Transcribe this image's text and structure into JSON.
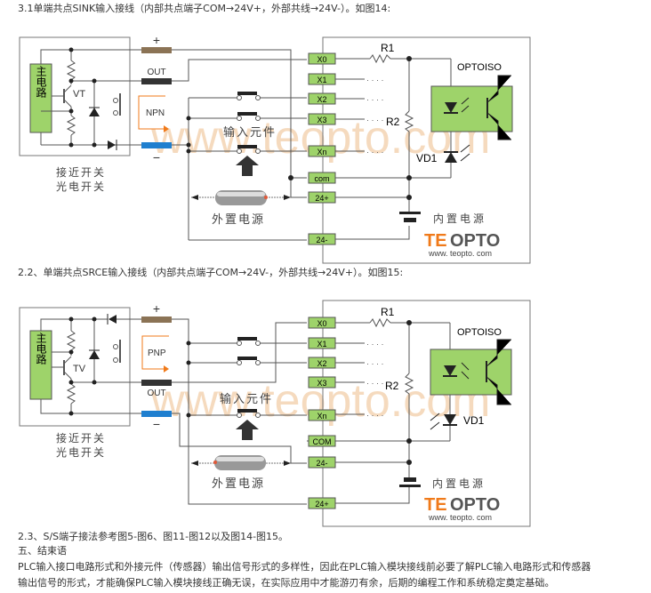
{
  "section_31": {
    "heading": "3.1单端共点SINK输入接线（内部共点端子COM→24V+，外部共线→24V-）。如图14:",
    "figure": {
      "sensor_type_label": "NPN",
      "main_circuit": "主电路",
      "transistor": "VT",
      "wire_plus": "+",
      "wire_out": "OUT",
      "wire_minus": "−",
      "sensor_caption_line1": "接近开关",
      "sensor_caption_line2": "光电开关",
      "input_component": "输入元件",
      "external_power": "外置电源",
      "internal_power": "内置电源",
      "terminals": [
        "X0",
        "X1",
        "X2",
        "X3",
        "Xn",
        "com",
        "24+",
        "24-"
      ],
      "r1": "R1",
      "r2": "R2",
      "opto": "OPTOISO",
      "vd1": "VD1",
      "dots": "· · · ·",
      "logo": "TEOPTO",
      "logo_te": "TE",
      "logo_opto": "OPTO",
      "logo_url": "www. teopto. com",
      "watermark": "www.teopto.com"
    }
  },
  "section_22": {
    "heading": "2.2、单端共点SRCE输入接线（内部共点端子COM→24V-，外部共线→24V+）。如图15:",
    "figure": {
      "sensor_type_label": "PNP",
      "main_circuit": "主电路",
      "transistor": "TV",
      "wire_plus": "+",
      "wire_out": "OUT",
      "wire_minus": "−",
      "sensor_caption_line1": "接近开关",
      "sensor_caption_line2": "光电开关",
      "input_component": "输入元件",
      "external_power": "外置电源",
      "internal_power": "内置电源",
      "terminals": [
        "X0",
        "X1",
        "X2",
        "X3",
        "Xn",
        "COM",
        "24-",
        "24+"
      ],
      "r1": "R1",
      "r2": "R2",
      "opto": "OPTOISO",
      "vd1": "VD1",
      "dots": "· · · ·",
      "logo_te": "TE",
      "logo_opto": "OPTO",
      "logo_url": "www. teopto. com",
      "watermark": "www.teopto.com"
    }
  },
  "section_23": {
    "text": "2.3、S/S端子接法参考图5-图6、图11-图12以及图14-图15。"
  },
  "section_5": {
    "heading": "五、结束语",
    "line1": "PLC输入接口电路形式和外接元件（传感器）输出信号形式的多样性，因此在PLC输入模块接线前必要了解PLC输入电路形式和传感器",
    "line2": "输出信号的形式，才能确保PLC输入模块接线正确无误，在实际应用中才能游刃有余，后期的编程工作和系统稳定奠定基础。"
  },
  "colors": {
    "green_block": "#9ed36a",
    "wire_brown": "#8b7355",
    "wire_black": "#333333",
    "wire_blue": "#1f7fcf",
    "logo_orange": "#f07a1a",
    "logo_gray": "#555555",
    "watermark": "#f3cba0"
  }
}
